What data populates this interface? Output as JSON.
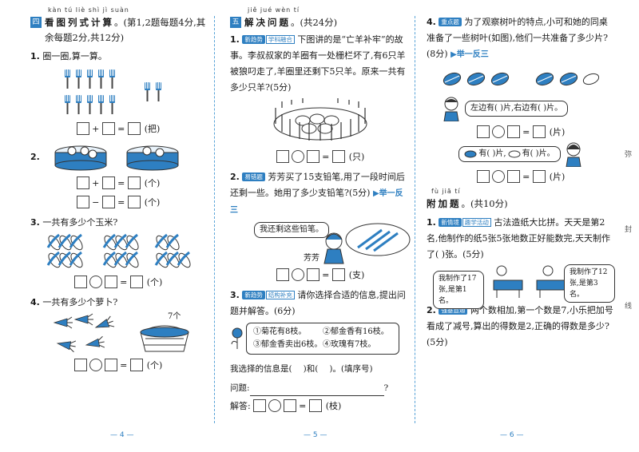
{
  "page1": {
    "pinyin": "kàn tú liè shì jì suàn",
    "sec_num": "四",
    "sec_title": "看图列式计算",
    "sec_note": "。(第1,2题每题4分,其余每题2分,共12分)",
    "q1": {
      "num": "1.",
      "text": "圈一圈,算一算。",
      "unit": "(把)"
    },
    "q2": {
      "num": "2.",
      "unit1": "(个)",
      "unit2": "(个)"
    },
    "q3": {
      "num": "3.",
      "text": "一共有多少个玉米?",
      "unit": "(个)"
    },
    "q4": {
      "num": "4.",
      "text": "一共有多少个萝卜?",
      "basket_label": "7个",
      "unit": "(个)"
    },
    "page_number": "— 4 —"
  },
  "page2": {
    "pinyin": "jiě jué wèn tí",
    "sec_num": "五",
    "sec_title": "解决问题",
    "sec_note": "。(共24分)",
    "q1": {
      "num": "1.",
      "tag": "新趋势",
      "tag2": "学科融合",
      "text": "下图讲的是“亡羊补牢”的故事。李叔叔家的羊圈有一处栅栏坏了,有6只羊被狼叼走了,羊圈里还剩下5只羊。原来一共有多少只羊?(5分)",
      "unit": "(只)"
    },
    "q2": {
      "num": "2.",
      "tag": "易错题",
      "text": "芳芳买了15支铅笔,用了一段时间后还剩一些。她用了多少支铅笔?(5分)",
      "arrow": "▶举一反三",
      "bubble": "我还剩这些铅笔。",
      "name": "芳芳",
      "unit": "(支)"
    },
    "q3": {
      "num": "3.",
      "tag": "新趋势",
      "tag2": "结构补充",
      "text": "请你选择合适的信息,提出问题并解答。(6分)",
      "info": [
        "①菊花有8枝。",
        "②郁金香有16枝。",
        "③郁金香卖出6枝。",
        "④玫瑰有7枝。"
      ],
      "choose_a": "我选择的信息是(",
      "choose_b": ")和(",
      "choose_c": ")。(填序号)",
      "question_label": "问题:",
      "question_end": "?",
      "answer_label": "解答:",
      "unit": "(枝)"
    },
    "page_number": "— 5 —"
  },
  "page3": {
    "q4": {
      "num": "4.",
      "tag": "重点题",
      "text": "为了观察树叶的特点,小可和她的同桌准备了一些树叶(如图),他们一共准备了多少片?(8分)",
      "arrow": "▶举一反三",
      "bubble1": "左边有(   )片,右边有(   )片。",
      "unit1": "(片)",
      "bubble2a": "有(   )片,",
      "bubble2b": "有(   )片。",
      "unit2": "(片)"
    },
    "pinyin": "fù jiā tí",
    "sec_title": "附加题",
    "sec_note": "。(共10分)",
    "e1": {
      "num": "1.",
      "tag": "新情境",
      "tag2": "趣学活动",
      "text": "古法造纸大比拼。天天是第2名,他制作的纸5张5张地数正好能数完,天天制作了(   )张。(5分)",
      "bubble1": "我制作了17张,是第1名。",
      "bubble2": "我制作了12张,是第3名。"
    },
    "e2": {
      "num": "2.",
      "tag": "强基直通",
      "text": "两个数相加,第一个数是7,小乐把加号看成了减号,算出的得数是2,正确的得数是多少?(5分)"
    },
    "page_number": "— 6 —",
    "side_chars": [
      "弥",
      "封",
      "线"
    ]
  }
}
